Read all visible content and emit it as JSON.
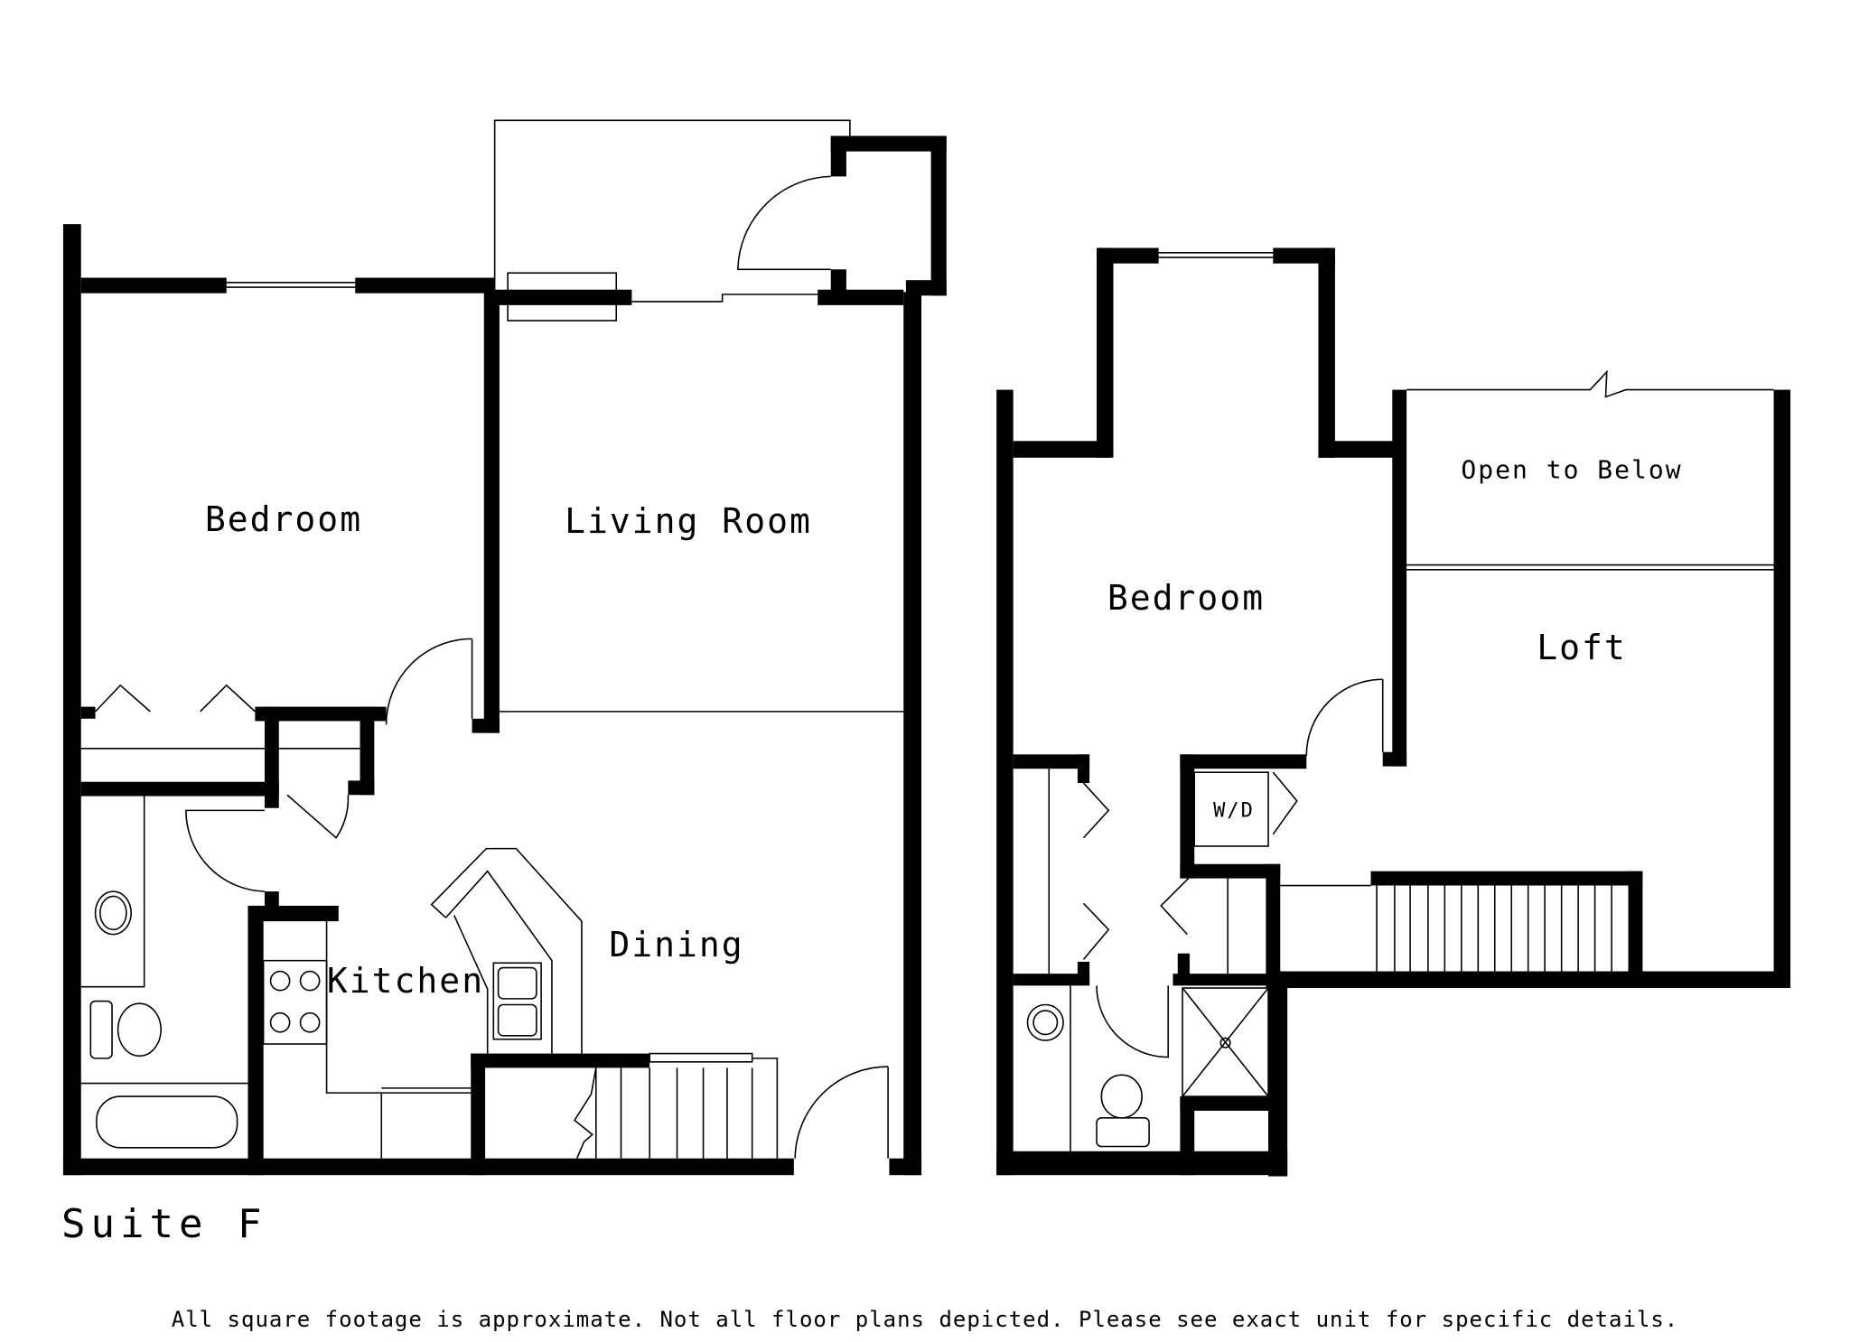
{
  "plan": {
    "title": "Suite F",
    "disclaimer": "All square footage is approximate. Not all floor plans depicted. Please see exact unit for specific details.",
    "colors": {
      "wall": "#000000",
      "background": "#ffffff"
    },
    "first_floor": {
      "rooms": {
        "bedroom": "Bedroom",
        "living_room": "Living Room",
        "kitchen": "Kitchen",
        "dining": "Dining"
      }
    },
    "second_floor": {
      "rooms": {
        "bedroom": "Bedroom",
        "open_to_below": "Open to Below",
        "loft": "Loft",
        "laundry": "W/D"
      }
    }
  }
}
